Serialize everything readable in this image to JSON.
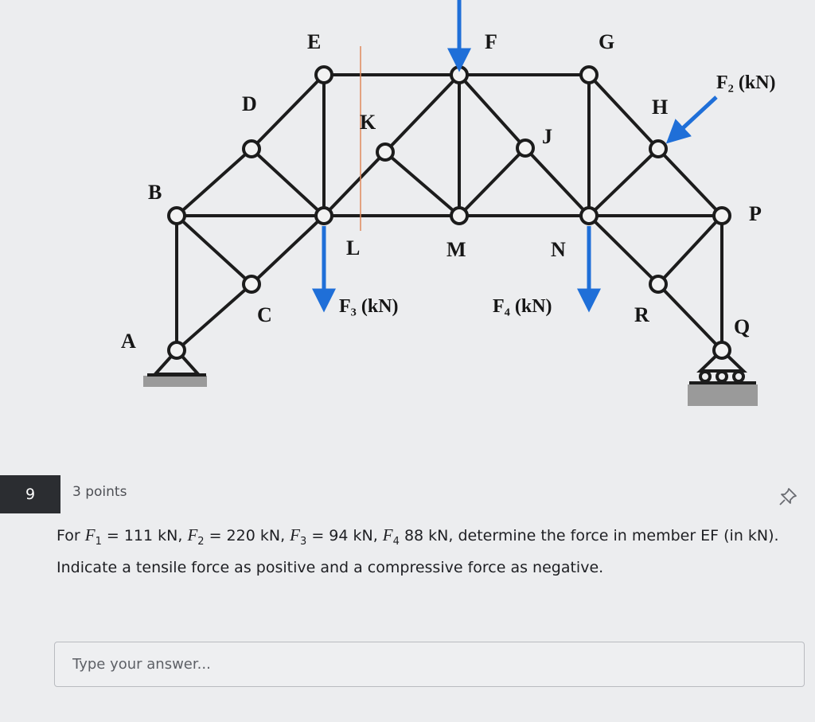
{
  "figure": {
    "node_labels": {
      "A": "A",
      "B": "B",
      "C": "C",
      "D": "D",
      "E": "E",
      "F": "F",
      "G": "G",
      "H": "H",
      "J": "J",
      "K": "K",
      "L": "L",
      "M": "M",
      "N": "N",
      "P": "P",
      "Q": "Q",
      "R": "R"
    },
    "load_labels": {
      "F2": "F₂ (kN)",
      "F3": "F₃ (kN)",
      "F4": "F₄ (kN)"
    },
    "colors": {
      "member": "#1c1c1c",
      "load_arrow": "#1f6fd8",
      "cut_line": "#e08a5c",
      "support_hatch": "#9a9a9a"
    }
  },
  "question": {
    "number": "9",
    "points": "3 points",
    "f1_symbol": "F",
    "f1_sub": "1",
    "f1_val": " = 111 kN, ",
    "f2_symbol": "F",
    "f2_sub": "2",
    "f2_val": " = 220 kN, ",
    "f3_symbol": "F",
    "f3_sub": "3",
    "f3_val": " = 94 kN, ",
    "f4_symbol": "F",
    "f4_sub": "4",
    "f4_val": " 88 kN, determine the",
    "prefix": "For ",
    "text_rest": "force in member EF (in kN). Indicate a tensile force as positive and a compressive force as negative."
  },
  "answer": {
    "placeholder": "Type your answer..."
  },
  "icons": {
    "pin": "pin-icon"
  }
}
